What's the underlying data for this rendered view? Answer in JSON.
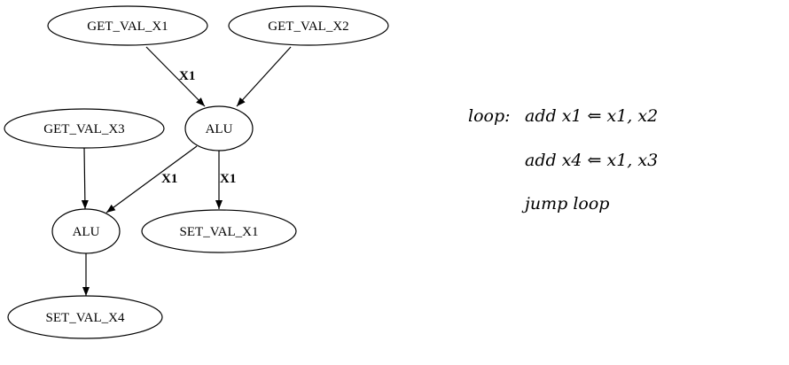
{
  "diagram": {
    "nodes": [
      {
        "id": "n1",
        "label": "GET_VAL_X1"
      },
      {
        "id": "n2",
        "label": "GET_VAL_X2"
      },
      {
        "id": "n3",
        "label": "GET_VAL_X3"
      },
      {
        "id": "n4",
        "label": "ALU"
      },
      {
        "id": "n5",
        "label": "ALU"
      },
      {
        "id": "n6",
        "label": "SET_VAL_X1"
      },
      {
        "id": "n7",
        "label": "SET_VAL_X4"
      }
    ],
    "edges": [
      {
        "from": "n1",
        "to": "n4",
        "label": "X1"
      },
      {
        "from": "n2",
        "to": "n4",
        "label": ""
      },
      {
        "from": "n4",
        "to": "n5",
        "label": "X1"
      },
      {
        "from": "n4",
        "to": "n6",
        "label": "X1"
      },
      {
        "from": "n3",
        "to": "n5",
        "label": ""
      },
      {
        "from": "n5",
        "to": "n7",
        "label": ""
      }
    ]
  },
  "code": {
    "label": "loop:",
    "lines": [
      "add x1 ⇐ x1, x2",
      "add x4 ⇐ x1, x3",
      "jump loop"
    ]
  }
}
